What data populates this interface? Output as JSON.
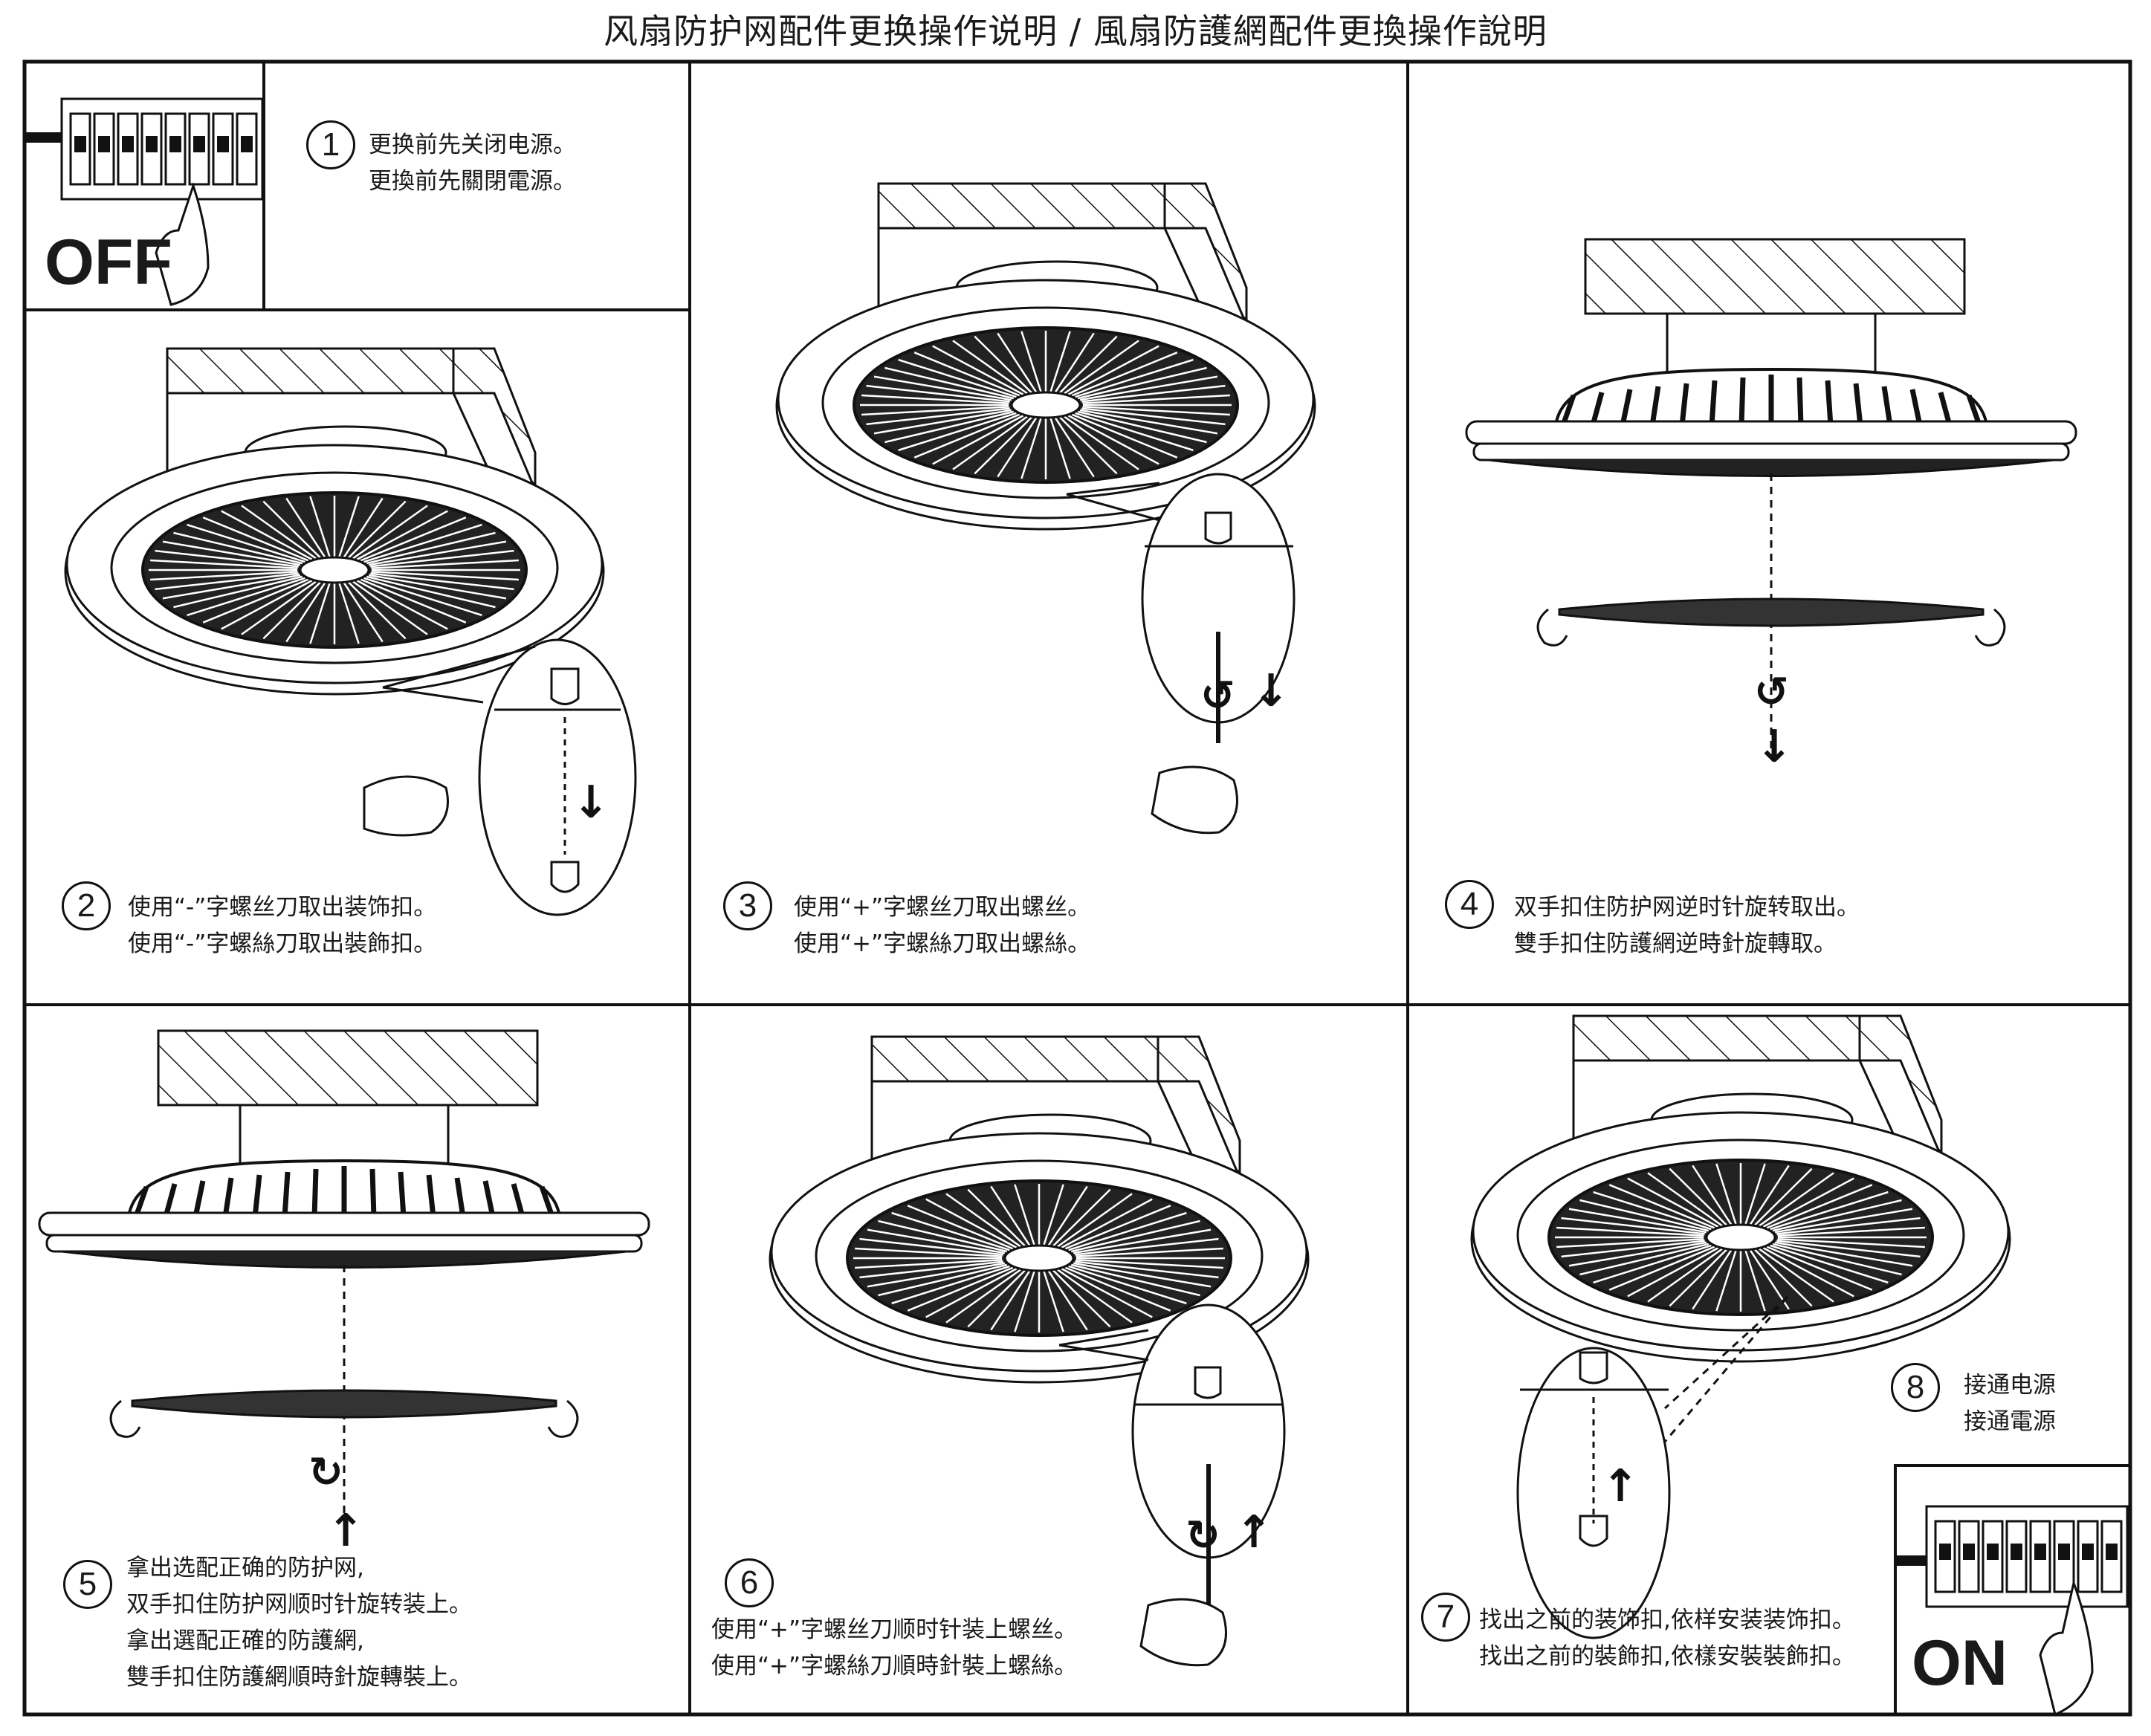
{
  "title": "风扇防护网配件更换操作说明 / 風扇防護網配件更換操作說明",
  "labels": {
    "off": "OFF",
    "on": "ON"
  },
  "steps": [
    {
      "number": "1",
      "lines": [
        "更换前先关闭电源。",
        "更換前先關閉電源。"
      ]
    },
    {
      "number": "2",
      "lines": [
        "使用“-”字螺丝刀取出装饰扣。",
        "使用“-”字螺絲刀取出裝飾扣。"
      ]
    },
    {
      "number": "3",
      "lines": [
        "使用“+”字螺丝刀取出螺丝。",
        "使用“+”字螺絲刀取出螺絲。"
      ]
    },
    {
      "number": "4",
      "lines": [
        "双手扣住防护网逆时针旋转取出。",
        "雙手扣住防護網逆時針旋轉取。"
      ]
    },
    {
      "number": "5",
      "lines": [
        "拿出选配正确的防护网,",
        "双手扣住防护网顺时针旋转装上。",
        "拿出選配正確的防護網,",
        "雙手扣住防護網順時針旋轉裝上。"
      ]
    },
    {
      "number": "6",
      "lines": [
        "使用“+”字螺丝刀顺时针装上螺丝。",
        "使用“+”字螺絲刀順時針裝上螺絲。"
      ]
    },
    {
      "number": "7",
      "lines": [
        "找出之前的装饰扣,依样安装装饰扣。",
        "找出之前的裝飾扣,依樣安裝裝飾扣。"
      ]
    },
    {
      "number": "8",
      "lines": [
        "接通电源",
        "接通電源"
      ]
    }
  ]
}
